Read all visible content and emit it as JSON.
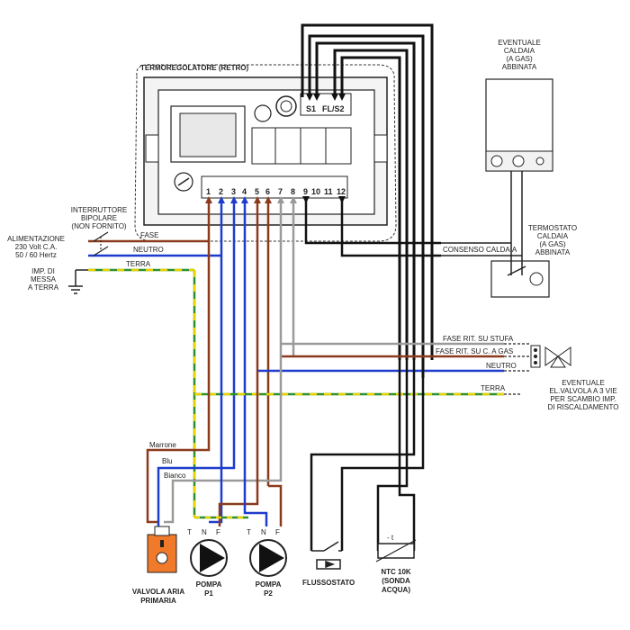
{
  "title": "TERMOREGOLATORE (RETRO)",
  "terminals_top": [
    "S1",
    "FL/S2"
  ],
  "terminals": [
    "1",
    "2",
    "3",
    "4",
    "5",
    "6",
    "7",
    "8",
    "9",
    "10",
    "11",
    "12"
  ],
  "left_labels": {
    "switch": [
      "INTERRUTTORE",
      "BIPOLARE",
      "(NON FORNITO)"
    ],
    "supply": [
      "ALIMENTAZIONE",
      "230 Volt C.A.",
      "50 / 60 Hertz"
    ],
    "ground": [
      "IMP. DI",
      "MESSA",
      "A TERRA"
    ],
    "fase": "FASE",
    "neutro": "NEUTRO",
    "terra": "TERRA"
  },
  "right_labels": {
    "boiler": [
      "EVENTUALE",
      "CALDAIA",
      "(A GAS)",
      "ABBINATA"
    ],
    "thermostat": [
      "TERMOSTATO",
      "CALDAIA",
      "(A GAS)",
      "ABBINATA"
    ],
    "consenso": "CONSENSO CALDAIA",
    "fase_stufa": "FASE RIT. SU STUFA",
    "fase_gas": "FASE RIT. SU C. A GAS",
    "neutro": "NEUTRO",
    "terra": "TERRA",
    "valve": [
      "EVENTUALE",
      "EL.VALVOLA A 3 VIE",
      "PER SCAMBIO IMP.",
      "DI RISCALDAMENTO"
    ]
  },
  "wire_labels": {
    "marrone": "Marrone",
    "blu": "Blu",
    "bianco": "Bianco"
  },
  "pump_terms": [
    "T",
    "N",
    "F"
  ],
  "bottom_labels": {
    "valvola": [
      "VALVOLA ARIA",
      "PRIMARIA"
    ],
    "p1": [
      "POMPA",
      "P1"
    ],
    "p2": [
      "POMPA",
      "P2"
    ],
    "flussostato": "FLUSSOSTATO",
    "ntc": [
      "NTC 10K",
      "(SONDA",
      "ACQUA)"
    ],
    "ntc_symbol": "- t"
  },
  "colors": {
    "brown": "#8b3a1e",
    "blue": "#1e3ccc",
    "grey": "#9a9a9a",
    "green": "#2f8f2f",
    "yellow": "#e8d200",
    "black": "#111111",
    "orange": "#f07a2a"
  }
}
